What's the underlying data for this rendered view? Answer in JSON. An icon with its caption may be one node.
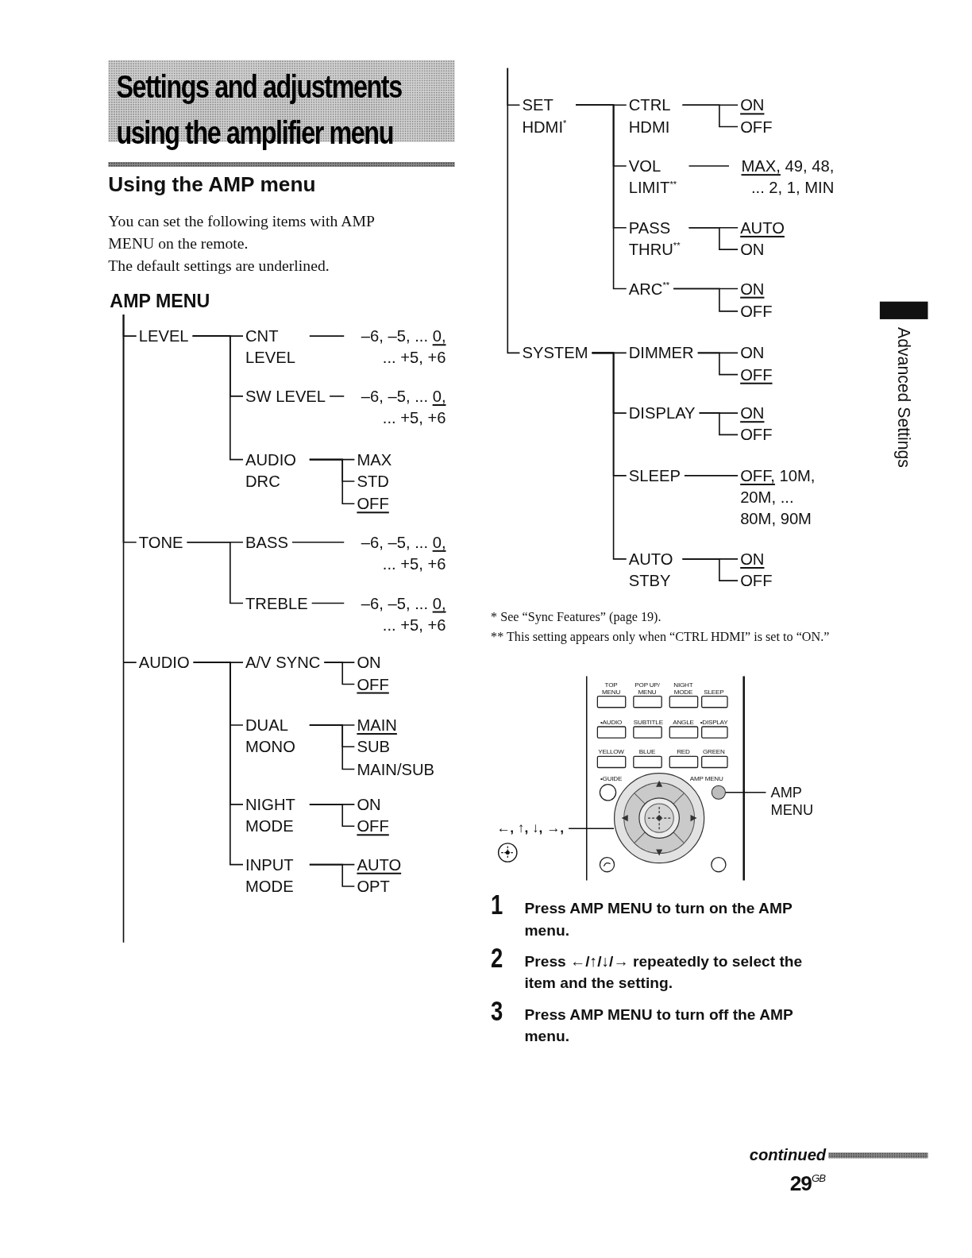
{
  "diagram": {
    "title": "Settings and adjustments using the amplifier menu",
    "nodes": [
      {
        "text": [
          "AMP MENU"
        ]
      },
      {
        "text": [
          "LEVEL"
        ]
      },
      {
        "text": [
          "CNT LEVEL"
        ]
      },
      {
        "text": [
          "–6, –5, ...",
          "0,",
          "... +5, +6"
        ]
      },
      {
        "text": [
          "SW LEVEL"
        ]
      },
      {
        "text": [
          "–6, –5, ...",
          "0,",
          "... +5, +6"
        ]
      },
      {
        "text": [
          "AUDIO DRC"
        ]
      },
      {
        "text": [
          "MAX"
        ]
      },
      {
        "text": [
          "STD"
        ]
      },
      {
        "text": [
          "OFF"
        ]
      },
      {
        "text": [
          "TONE"
        ]
      },
      {
        "text": [
          "BASS"
        ]
      },
      {
        "text": [
          "–6, –5, ...",
          "0,",
          "... +5, +6"
        ]
      },
      {
        "text": [
          "TREBLE"
        ]
      },
      {
        "text": [
          "–6, –5, ...",
          "0,",
          "... +5, +6"
        ]
      },
      {
        "text": [
          "AUDIO"
        ]
      },
      {
        "text": [
          "A/V SYNC"
        ]
      },
      {
        "text": [
          "ON"
        ]
      },
      {
        "text": [
          "OFF"
        ]
      },
      {
        "text": [
          "DUAL MONO"
        ]
      },
      {
        "text": [
          "MAIN"
        ]
      },
      {
        "text": [
          "SUB"
        ]
      },
      {
        "text": [
          "MAIN/SUB"
        ]
      },
      {
        "text": [
          "NIGHT MODE"
        ]
      },
      {
        "text": [
          "ON"
        ]
      },
      {
        "text": [
          "OFF"
        ]
      },
      {
        "text": [
          "INPUT MODE"
        ]
      },
      {
        "text": [
          "AUTO"
        ]
      },
      {
        "text": [
          "OPT"
        ]
      },
      {
        "text": [
          "SET HDMI$^{*}$"
        ]
      },
      {
        "text": [
          "CTRL HDMI"
        ]
      },
      {
        "text": [
          "ON"
        ]
      },
      {
        "text": [
          "OFF"
        ]
      },
      {
        "text": [
          "VOL LIMIT$^{**}$"
        ]
      },
      {
        "text": [
          "MAX,",
          "49, 48, ... 2, 1, MIN"
        ]
      },
      {
        "text": [
          "PASS THRU$^{**}$"
        ]
      },
      {
        "text": [
          "AUTO"
        ]
      },
      {
        "text": [
          "ON"
        ]
      },
      {
        "text": [
          "ARC$^{**}$"
        ]
      },
      {
        "text": [
          "ON"
        ]
      },
      {
        "text": [
          "OFF"
        ]
      },
      {
        "text": [
          "SYSTEM"
        ]
      },
      {
        "text": [
          "DIMMER"
        ]
      },
      {
        "text": [
          "ON"
        ]
      },
      {
        "text": [
          "OFF"
        ]
      },
      {
        "text": [
          "DISPLAY"
        ]
      },
      {
        "text": [
          "ON"
        ]
      },
      {
        "text": [
          "OFF"
        ]
      },
      {
        "text": [
          "SLEEP"
        ]
      },
      {
        "text": [
          "OFF,",
          "10M, 20M, ... 80M, 90M"
        ]
      },
      {
        "text": [
          "AUTO STBY"
        ]
      },
      {
        "text": [
          "ON"
        ]
      },
      {
        "text": [
          "OFF"
        ]
      },
      {
        "text": [
          "←, ↑, ↓, →,"
        ]
      },
      {
        "text": [],
        "shape": "circle"
      },
      {
        "text": [],
        "shape": "circle"
      },
      {
        "text": [
          "AMP MENU"
        ]
      }
    ],
    "edges": [
      {
        "from": 0,
        "to": 1,
        "arrow": "none"
      },
      {
        "from": 0,
        "to": 10,
        "arrow": "none"
      },
      {
        "from": 0,
        "to": 15,
        "arrow": "none"
      },
      {
        "from": null,
        "to": 29,
        "arrow": "none"
      },
      {
        "from": null,
        "to": 41,
        "arrow": "none"
      },
      {
        "from": 1,
        "to": 2,
        "arrow": "none"
      },
      {
        "from": 1,
        "to": 4,
        "arrow": "none"
      },
      {
        "from": 1,
        "to": 6,
        "arrow": "none"
      },
      {
        "from": 2,
        "to": 3,
        "arrow": "none"
      },
      {
        "from": 4,
        "to": 5,
        "arrow": "none"
      },
      {
        "from": 6,
        "to": 7,
        "arrow": "none"
      },
      {
        "from": 6,
        "to": 8,
        "arrow": "none"
      },
      {
        "from": 6,
        "to": 9,
        "arrow": "none"
      },
      {
        "from": 10,
        "to": 11,
        "arrow": "none"
      },
      {
        "from": 10,
        "to": 13,
        "arrow": "none"
      },
      {
        "from": 11,
        "to": 12,
        "arrow": "none"
      },
      {
        "from": 13,
        "to": 14,
        "arrow": "none"
      },
      {
        "from": 15,
        "to": 16,
        "arrow": "none"
      },
      {
        "from": 15,
        "to": 19,
        "arrow": "none"
      },
      {
        "from": 15,
        "to": 23,
        "arrow": "none"
      },
      {
        "from": 15,
        "to": 26,
        "arrow": "none"
      },
      {
        "from": 16,
        "to": 17,
        "arrow": "none"
      },
      {
        "from": 16,
        "to": 18,
        "arrow": "none"
      },
      {
        "from": 19,
        "to": 20,
        "arrow": "none"
      },
      {
        "from": 19,
        "to": 21,
        "arrow": "none"
      },
      {
        "from": 19,
        "to": 22,
        "arrow": "none"
      },
      {
        "from": 23,
        "to": 24,
        "arrow": "none"
      },
      {
        "from": 23,
        "to": 25,
        "arrow": "none"
      },
      {
        "from": 26,
        "to": 27,
        "arrow": "none"
      },
      {
        "from": 26,
        "to": 28,
        "arrow": "none"
      },
      {
        "from": 29,
        "to": 30,
        "arrow": "none"
      },
      {
        "from": 29,
        "to": 33,
        "arrow": "none"
      },
      {
        "from": 29,
        "to": 35,
        "arrow": "none"
      },
      {
        "from": 29,
        "to": 38,
        "arrow": "none"
      },
      {
        "from": 30,
        "to": 31,
        "arrow": "none"
      },
      {
        "from": 30,
        "to": 32,
        "arrow": "none"
      },
      {
        "from": 33,
        "to": 34,
        "arrow": "none"
      },
      {
        "from": 35,
        "to": 36,
        "arrow": "none"
      },
      {
        "from": 35,
        "to": 37,
        "arrow": "none"
      },
      {
        "from": 38,
        "to": 39,
        "arrow": "none"
      },
      {
        "from": 38,
        "to": 40,
        "arrow": "none"
      },
      {
        "from": 41,
        "to": 42,
        "arrow": "none"
      },
      {
        "from": 41,
        "to": 45,
        "arrow": "none"
      },
      {
        "from": 41,
        "to": 48,
        "arrow": "none"
      },
      {
        "from": 41,
        "to": 50,
        "arrow": "none"
      },
      {
        "from": 42,
        "to": 43,
        "arrow": "none"
      },
      {
        "from": 42,
        "to": 44,
        "arrow": "none"
      },
      {
        "from": 45,
        "to": 46,
        "arrow": "none"
      },
      {
        "from": 45,
        "to": 47,
        "arrow": "none"
      },
      {
        "from": 48,
        "to": 49,
        "arrow": "none"
      },
      {
        "from": 50,
        "to": 51,
        "arrow": "none"
      },
      {
        "from": 50,
        "to": 52,
        "arrow": "none"
      },
      {
        "from": 53,
        "to": 54,
        "arrow": "none"
      },
      {
        "from": 56,
        "to": 55,
        "arrow": "none"
      }
    ],
    "labels": [
      "Using the AMP menu",
      "You can set the following items with AMP MENU on the remote.",
      "The default settings are underlined.",
      "* See “Sync Features” (page 19).",
      "** This setting appears only when “CTRL HDMI” is set to “ON.”",
      "TOP MENU",
      "POP UP/ MENU",
      "NIGHT MODE",
      "SLEEP",
      "•AUDIO",
      "SUBTITLE",
      "ANGLE",
      "•DISPLAY",
      "YELLOW",
      "BLUE",
      "RED",
      "GREEN",
      "•GUIDE",
      "AMP MENU",
      "1",
      "Press AMP MENU to turn on the AMP menu.",
      "2",
      "Press ←/↑/↓/→ repeatedly to select the item and the setting.",
      "3",
      "Press AMP MENU to turn off the AMP menu.",
      "Advanced Settings",
      "continued",
      "29$^{GB}$"
    ]
  }
}
